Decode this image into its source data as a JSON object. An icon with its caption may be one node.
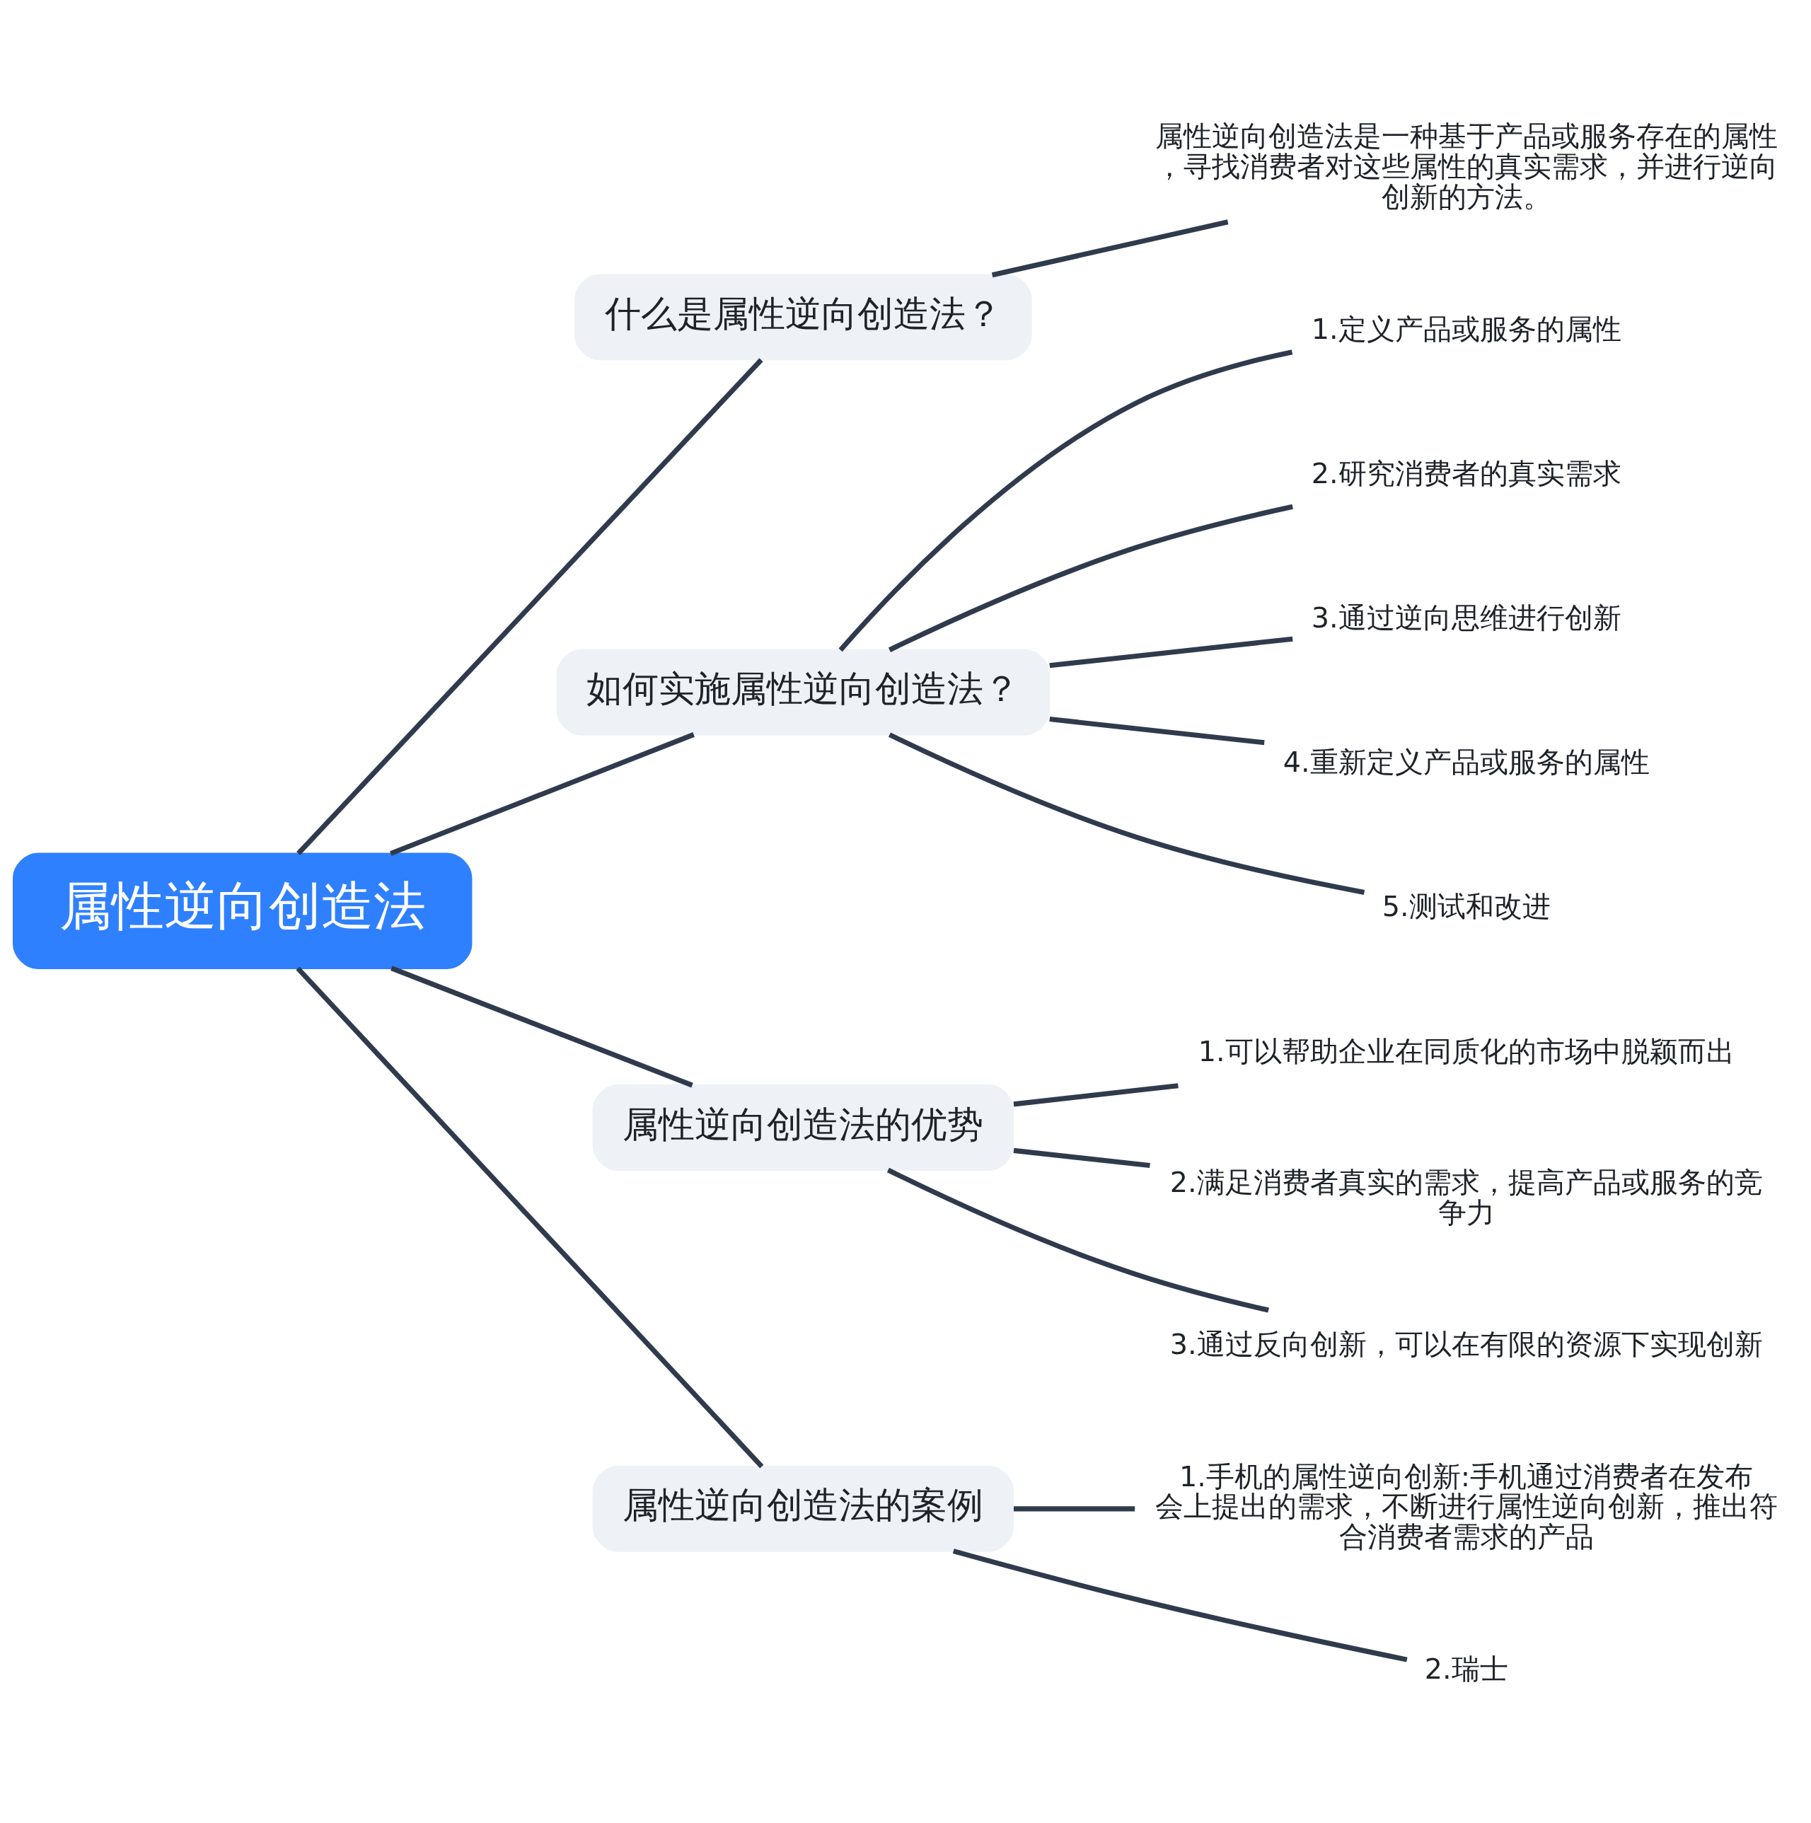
{
  "diagram": {
    "nodes": [
      {
        "text": [
          "属性逆向创造法"
        ]
      },
      {
        "text": [
          "什么是属性逆向创造法？"
        ]
      },
      {
        "text": [
          "属性逆向创造法是一种基于产品或服务存在的属性，寻找消费者对这些属性的真实需求，并进行逆向创新的方法。"
        ]
      },
      {
        "text": [
          "如何实施属性逆向创造法？"
        ]
      },
      {
        "text": [
          "1.定义产品或服务的属性"
        ]
      },
      {
        "text": [
          "2.研究消费者的真实需求"
        ]
      },
      {
        "text": [
          "3.通过逆向思维进行创新"
        ]
      },
      {
        "text": [
          "4.重新定义产品或服务的属性"
        ]
      },
      {
        "text": [
          "5.测试和改进"
        ]
      },
      {
        "text": [
          "属性逆向创造法的优势"
        ]
      },
      {
        "text": [
          "1.可以帮助企业在同质化的市场中脱颖而出"
        ]
      },
      {
        "text": [
          "2.满足消费者真实的需求，提高产品或服务的竞争力"
        ]
      },
      {
        "text": [
          "3.通过反向创新，可以在有限的资源下实现创新"
        ]
      },
      {
        "text": [
          "属性逆向创造法的案例"
        ]
      },
      {
        "text": [
          "1.手机的属性逆向创新:手机通过消费者在发布会上提出的需求，不断进行属性逆向创新，推出符合消费者需求的产品"
        ]
      },
      {
        "text": [
          "2.瑞士"
        ]
      }
    ],
    "edges": [
      {
        "from": 0,
        "to": 1,
        "arrow": "none"
      },
      {
        "from": 0,
        "to": 3,
        "arrow": "none"
      },
      {
        "from": 0,
        "to": 9,
        "arrow": "none"
      },
      {
        "from": 0,
        "to": 13,
        "arrow": "none"
      },
      {
        "from": 1,
        "to": 2,
        "arrow": "none"
      },
      {
        "from": 3,
        "to": 4,
        "arrow": "none"
      },
      {
        "from": 3,
        "to": 5,
        "arrow": "none"
      },
      {
        "from": 3,
        "to": 6,
        "arrow": "none"
      },
      {
        "from": 3,
        "to": 7,
        "arrow": "none"
      },
      {
        "from": 3,
        "to": 8,
        "arrow": "none"
      },
      {
        "from": 9,
        "to": 10,
        "arrow": "none"
      },
      {
        "from": 9,
        "to": 11,
        "arrow": "none"
      },
      {
        "from": 9,
        "to": 12,
        "arrow": "none"
      },
      {
        "from": 13,
        "to": 14,
        "arrow": "none"
      },
      {
        "from": 13,
        "to": 15,
        "arrow": "none"
      }
    ]
  }
}
